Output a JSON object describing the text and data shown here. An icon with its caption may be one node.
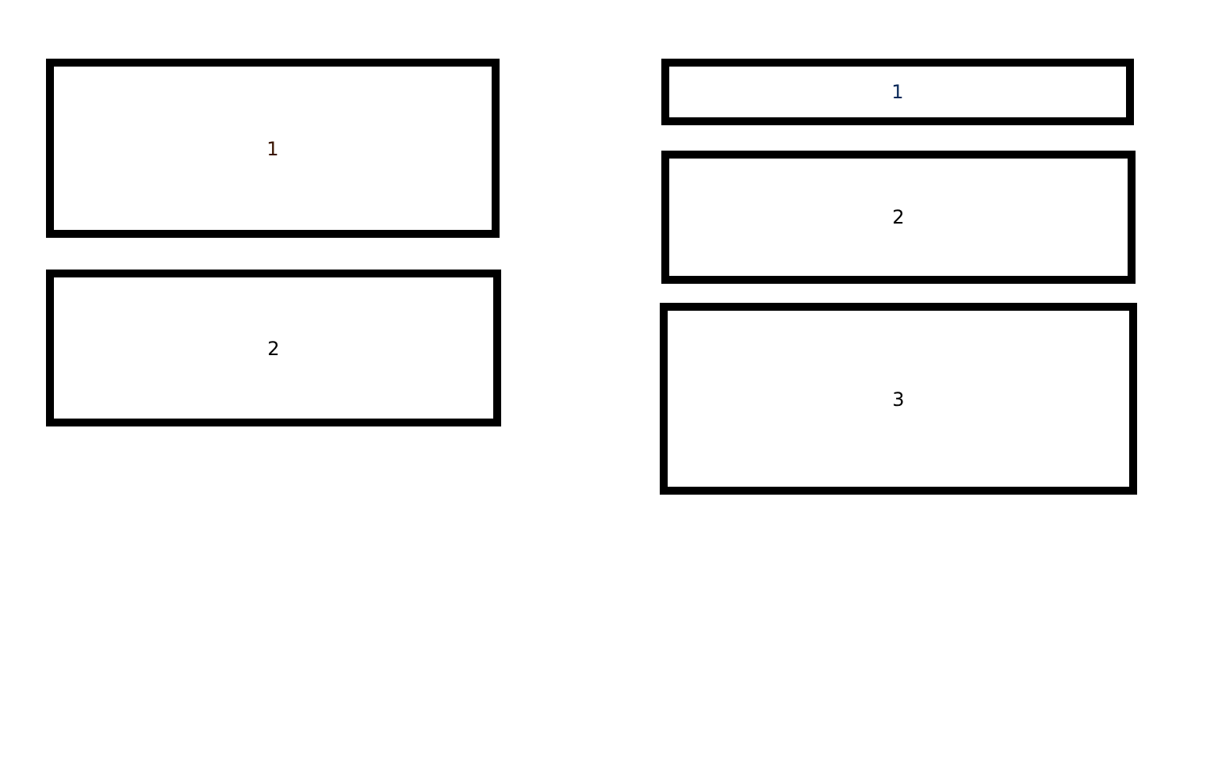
{
  "diagram": {
    "nodes": [
      {
        "text": [
          "1"
        ]
      },
      {
        "text": [
          "2"
        ]
      },
      {
        "text": [
          "1"
        ]
      },
      {
        "text": [
          "2"
        ]
      },
      {
        "text": [
          "3"
        ]
      }
    ]
  }
}
